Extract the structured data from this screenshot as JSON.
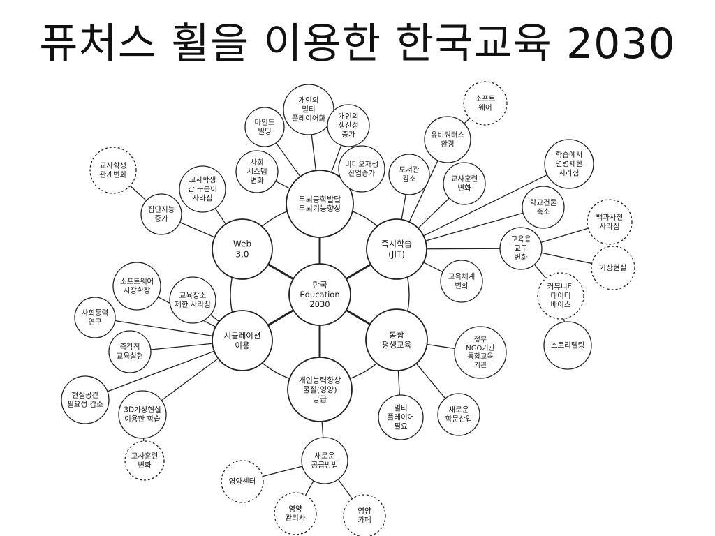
{
  "title": "퓨처스 휠을 이용한 한국교육 2030",
  "diagram": {
    "center": {
      "id": "center",
      "label": "한국\nEducation\n2030"
    },
    "primary": [
      {
        "id": "p-brain",
        "label": "두뇌공학발달\n두뇌기능향상"
      },
      {
        "id": "p-jit",
        "label": "즉시학습\n(JIT)"
      },
      {
        "id": "p-lifelong",
        "label": "통합\n평생교육"
      },
      {
        "id": "p-nutrition",
        "label": "개인능력향상\n물질(영양)\n공급"
      },
      {
        "id": "p-simulation",
        "label": "시뮬레이션\n이용"
      },
      {
        "id": "p-web",
        "label": "Web\n3.0"
      }
    ],
    "secondary": [
      {
        "id": "s-mindbuilding",
        "label": "마인드\n빌딩",
        "parent": "p-brain",
        "style": "solid"
      },
      {
        "id": "s-multiplayer",
        "label": "개인의\n멀티\n플레이어화",
        "parent": "p-brain",
        "style": "solid"
      },
      {
        "id": "s-productivity",
        "label": "개인의\n생산성\n증가",
        "parent": "p-brain",
        "style": "solid"
      },
      {
        "id": "s-social",
        "label": "사회\n시스템\n변화",
        "parent": "p-brain",
        "style": "solid"
      },
      {
        "id": "s-video",
        "label": "비디오재생\n산업증가",
        "parent": "p-brain",
        "style": "solid"
      },
      {
        "id": "s-library",
        "label": "도서관\n감소",
        "parent": "p-jit",
        "style": "solid"
      },
      {
        "id": "s-ubiquitous",
        "label": "유비쿼터스\n환경",
        "parent": "p-jit",
        "style": "solid"
      },
      {
        "id": "s-teachertrain",
        "label": "교사훈련\n변화",
        "parent": "p-jit",
        "style": "solid"
      },
      {
        "id": "s-agestudy",
        "label": "학습에서\n연령제한\n사라짐",
        "parent": "p-jit",
        "style": "solid"
      },
      {
        "id": "s-schoolbldg",
        "label": "학교건물\n축소",
        "parent": "p-jit",
        "style": "solid"
      },
      {
        "id": "s-tools",
        "label": "교육용\n교구\n변화",
        "parent": "p-jit",
        "style": "solid"
      },
      {
        "id": "s-system",
        "label": "교육체계\n변화",
        "parent": "p-jit",
        "style": "solid"
      },
      {
        "id": "s-govngo",
        "label": "정부\nNGO기관\n통합교육\n기관",
        "parent": "p-lifelong",
        "style": "solid"
      },
      {
        "id": "s-newindustry",
        "label": "새로운\n학문산업",
        "parent": "p-lifelong",
        "style": "solid"
      },
      {
        "id": "s-multiplayerneed",
        "label": "멀티\n플레이어\n필요",
        "parent": "p-lifelong",
        "style": "solid"
      },
      {
        "id": "s-newsupply",
        "label": "새로운\n공급방법",
        "parent": "p-nutrition",
        "style": "solid"
      },
      {
        "id": "s-swmarket",
        "label": "소프트웨어\n시장확장",
        "parent": "p-simulation",
        "style": "solid"
      },
      {
        "id": "s-placelimit",
        "label": "교육장소\n제한 사라짐",
        "parent": "p-simulation",
        "style": "solid"
      },
      {
        "id": "s-socialstudy",
        "label": "사회통력\n연구",
        "parent": "p-simulation",
        "style": "solid"
      },
      {
        "id": "s-instant",
        "label": "즉각적\n교육실현",
        "parent": "p-simulation",
        "style": "solid"
      },
      {
        "id": "s-realspace",
        "label": "현실공간\n필요성 감소",
        "parent": "p-simulation",
        "style": "solid"
      },
      {
        "id": "s-3dvr",
        "label": "3D가상현실\n이용한 학습",
        "parent": "p-simulation",
        "style": "solid"
      },
      {
        "id": "s-studentgap",
        "label": "교사학생\n간 구분이\n사라짐",
        "parent": "p-web",
        "style": "solid"
      },
      {
        "id": "s-collective",
        "label": "집단지능\n증가",
        "parent": "p-web",
        "style": "solid"
      }
    ],
    "tertiary": [
      {
        "id": "t-software",
        "label": "소프트\n웨어",
        "parent": "s-ubiquitous",
        "style": "dashed"
      },
      {
        "id": "t-encyclopedia",
        "label": "백과사전\n사라짐",
        "parent": "s-tools",
        "style": "dashed"
      },
      {
        "id": "t-vr",
        "label": "가상현실",
        "parent": "s-tools",
        "style": "dashed"
      },
      {
        "id": "t-community",
        "label": "커뮤니티\n데이터\n베이스",
        "parent": "s-tools",
        "style": "dashed"
      },
      {
        "id": "t-storytelling",
        "label": "스토리텔링",
        "parent": "t-community",
        "style": "solid"
      },
      {
        "id": "t-relations",
        "label": "교사학생\n관계변화",
        "parent": "s-collective",
        "style": "dashed"
      },
      {
        "id": "t-teacherchange",
        "label": "교사훈련\n변화",
        "parent": "s-3dvr",
        "style": "dashed"
      },
      {
        "id": "t-nutricenter",
        "label": "영양센터",
        "parent": "s-newsupply",
        "style": "dashed"
      },
      {
        "id": "t-nutrimgr",
        "label": "영양\n관리사",
        "parent": "s-newsupply",
        "style": "dashed"
      },
      {
        "id": "t-nutricafe",
        "label": "영양\n카페",
        "parent": "s-newsupply",
        "style": "dashed"
      }
    ]
  }
}
